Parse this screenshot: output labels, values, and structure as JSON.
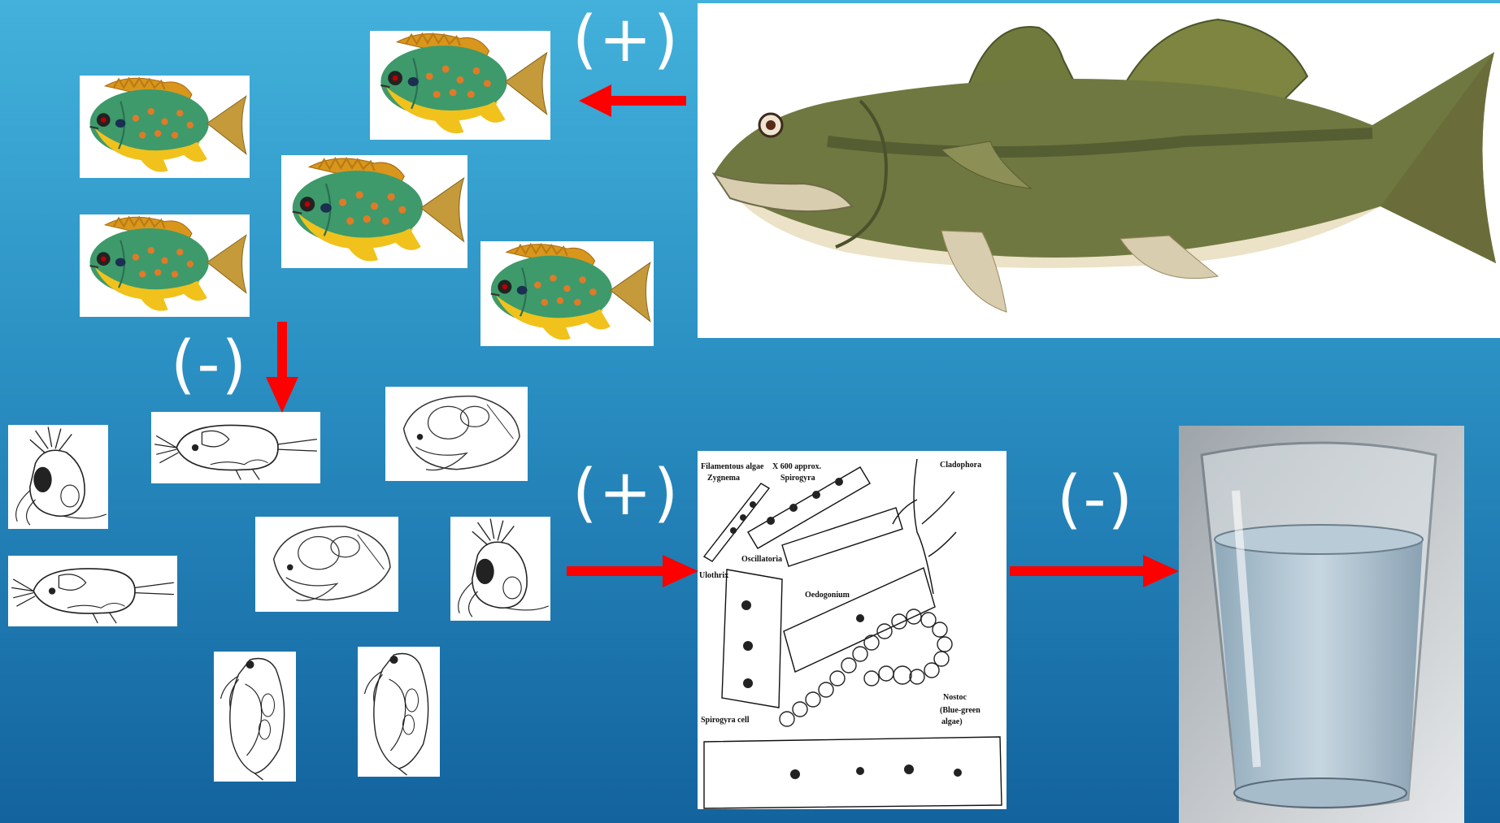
{
  "signs": {
    "bass_to_sunfish": "(+)",
    "sunfish_to_zooplankton": "(-)",
    "zooplankton_to_algae": "(+)",
    "algae_to_water": "(-)"
  },
  "algae_labels": {
    "filamentous": "Filamentous algae",
    "zygnema": "Zygnema",
    "magnification": "X 600 approx.",
    "spirogyra": "Spirogyra",
    "cladophora": "Cladophora",
    "oscillatoria": "Oscillatoria",
    "ulothrix": "Ulothrix",
    "oedogonium": "Oedogonium",
    "nostoc": "Nostoc",
    "nostoc_note_1": "(Blue-green",
    "nostoc_note_2": "algae)",
    "spirogyra_cell": "Spirogyra cell"
  },
  "colors": {
    "arrow": "#ff0000",
    "background_top": "#43b1db",
    "background_bottom": "#13639e",
    "sign_text": "#ffffff"
  }
}
